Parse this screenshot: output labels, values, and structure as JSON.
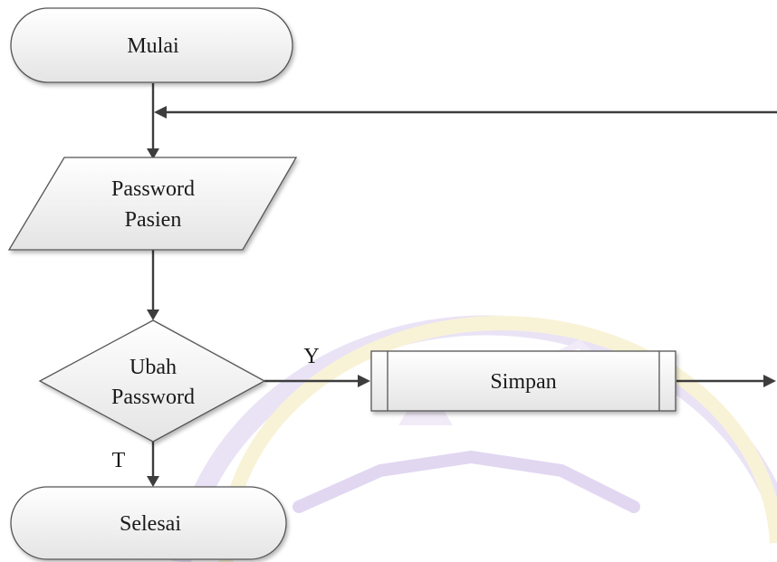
{
  "flowchart": {
    "start": {
      "label": "Mulai"
    },
    "input": {
      "label_lines": [
        "Password",
        "Pasien"
      ]
    },
    "decision": {
      "label_lines": [
        "Ubah",
        "Password"
      ]
    },
    "process": {
      "label": "Simpan"
    },
    "end": {
      "label": "Selesai"
    },
    "branches": {
      "yes": "Y",
      "no": "T"
    }
  },
  "colors": {
    "shape_fill_light": "#ffffff",
    "shape_fill_dark": "#e4e4e4",
    "shape_stroke": "#555555",
    "connector": "#3d3d3d",
    "text": "#1a1a1a",
    "watermark": "#c9b8e6",
    "watermark_gold": "#f2e3a0"
  }
}
